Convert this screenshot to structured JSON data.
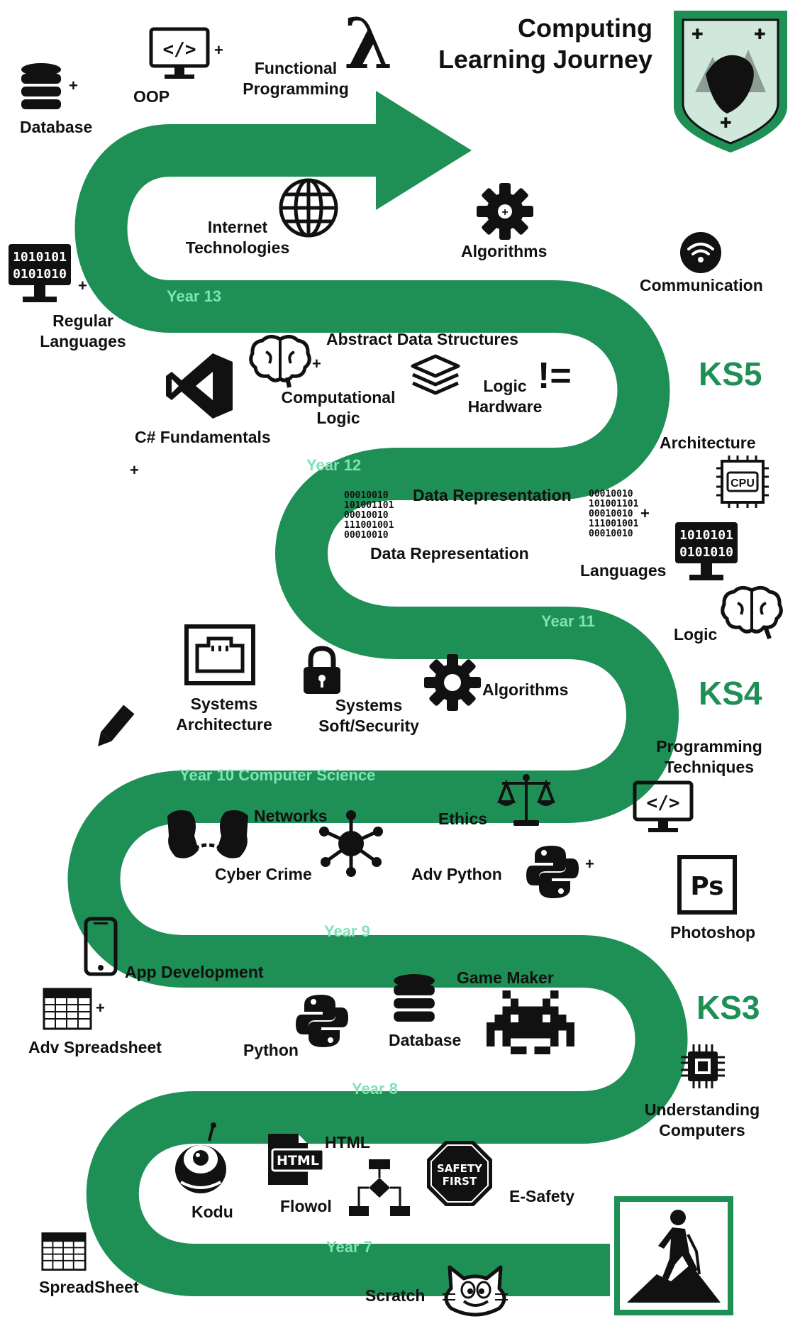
{
  "title": {
    "line1": "Computing",
    "line2": "Learning Journey"
  },
  "colors": {
    "path": "#1e8f55",
    "year_text": "#7fe3b5",
    "stage_text": "#1e8f55",
    "icon": "#111111"
  },
  "key_stages": {
    "ks5": "KS5",
    "ks4": "KS4",
    "ks3": "KS3"
  },
  "years": {
    "y13": "Year 13",
    "y12": "Year 12",
    "y11": "Year 11",
    "y10": "Year 10 Computer Science",
    "y9": "Year 9",
    "y8": "Year 8",
    "y7": "Year 7"
  },
  "topics": {
    "database_top": "Database",
    "oop": "OOP",
    "functional_1": "Functional",
    "functional_2": "Programming",
    "internet_1": "Internet",
    "internet_2": "Technologies",
    "algorithms_ks5": "Algorithms",
    "communication": "Communication",
    "regular_1": "Regular",
    "regular_2": "Languages",
    "abstract_ds": "Abstract Data Structures",
    "comp_logic_1": "Computational",
    "comp_logic_2": "Logic",
    "logic_hw_1": "Logic",
    "logic_hw_2": "Hardware",
    "csharp": "C# Fundamentals",
    "architecture": "Architecture",
    "data_rep_1": "Data Representation",
    "data_rep_2": "Data Representation",
    "languages": "Languages",
    "logic": "Logic",
    "sys_arch_1": "Systems",
    "sys_arch_2": "Architecture",
    "sys_sec_1": "Systems",
    "sys_sec_2": "Soft/Security",
    "algorithms_ks4": "Algorithms",
    "prog_tech_1": "Programming",
    "prog_tech_2": "Techniques",
    "networks": "Networks",
    "cyber_crime": "Cyber Crime",
    "ethics": "Ethics",
    "adv_python": "Adv Python",
    "photoshop": "Photoshop",
    "app_dev": "App Development",
    "adv_spreadsheet": "Adv Spreadsheet",
    "python": "Python",
    "database_y8": "Database",
    "game_maker": "Game Maker",
    "understanding_1": "Understanding",
    "understanding_2": "Computers",
    "kodu": "Kodu",
    "html": "HTML",
    "flowol": "Flowol",
    "esafety": "E-Safety",
    "spreadsheet": "SpreadSheet",
    "scratch": "Scratch"
  },
  "icon_text": {
    "lambda": "λ",
    "not_equal": "!=",
    "cpu": "CPU",
    "ps": "Ps",
    "html_badge": "HTML",
    "safety_1": "SAFETY",
    "safety_2": "FIRST",
    "binary_1": "1010101",
    "binary_2": "0101010",
    "bits_1": "00010010",
    "bits_2": "101001101",
    "bits_3": "00010010",
    "bits_4": "111001001",
    "bits_5": "00010010",
    "code_tag": "</>",
    "plus": "+"
  },
  "icons": [
    "database-icon",
    "code-monitor-icon",
    "lambda-icon",
    "school-crest-icon",
    "globe-icon",
    "gear-icon",
    "wifi-icon",
    "binary-monitor-icon",
    "brain-icon",
    "layers-icon",
    "not-equal-icon",
    "visual-studio-icon",
    "cpu-icon",
    "binary-data-icon",
    "ethernet-port-icon",
    "lock-icon",
    "pencil-icon",
    "handcuffs-icon",
    "network-hub-icon",
    "scales-icon",
    "python-icon",
    "photoshop-icon",
    "smartphone-icon",
    "spreadsheet-icon",
    "space-invader-icon",
    "chip-icon",
    "kodu-robot-icon",
    "html-file-icon",
    "flowchart-icon",
    "safety-first-sign-icon",
    "hiker-icon",
    "scratch-cat-icon"
  ]
}
